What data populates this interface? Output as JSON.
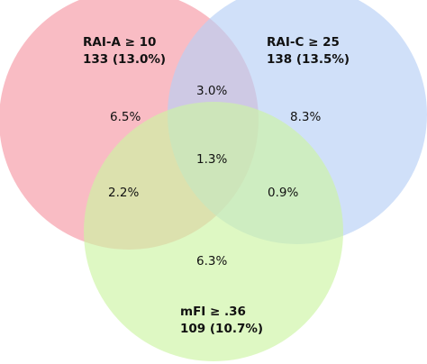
{
  "venn": {
    "sets": [
      {
        "id": "a",
        "label": "RAI-A ≥ 10",
        "count": "133 (13.0%)",
        "color": "#f7a9b4"
      },
      {
        "id": "c",
        "label": "RAI-C ≥ 25",
        "count": "138 (13.5%)",
        "color": "#b7d0f6"
      },
      {
        "id": "m",
        "label": "mFI ≥ .36",
        "count": "109 (10.7%)",
        "color": "#cdf5a3"
      }
    ],
    "regions": {
      "a_only": "6.5%",
      "c_only": "8.3%",
      "m_only": "6.3%",
      "a_c": "3.0%",
      "a_m": "2.2%",
      "c_m": "0.9%",
      "a_c_m": "1.3%"
    }
  }
}
